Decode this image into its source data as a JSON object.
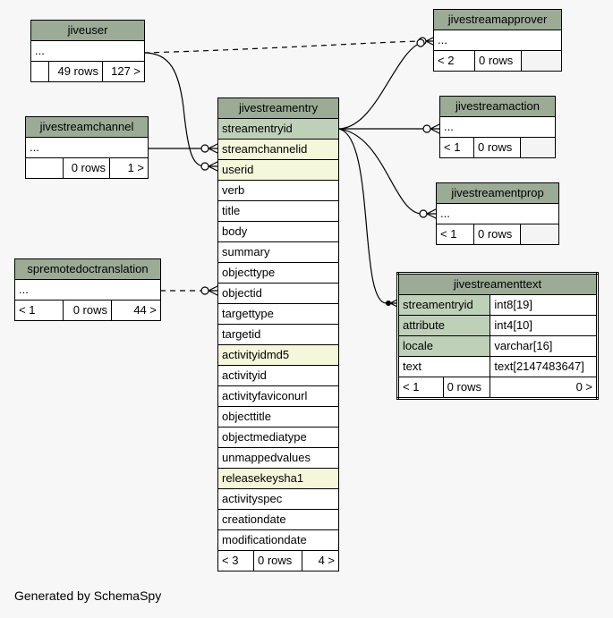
{
  "footer": "Generated by SchemaSpy",
  "colors": {
    "background": "#f7f7f7",
    "header": "#9bab96",
    "primary_key": "#bfd0b9",
    "foreign_key": "#f4f7da"
  },
  "tables": {
    "jiveuser": {
      "name": "jiveuser",
      "ellipsis": "...",
      "count_left": "",
      "rows": "49 rows",
      "children": "127 >"
    },
    "jivestreamchannel": {
      "name": "jivestreamchannel",
      "ellipsis": "...",
      "count_left": "",
      "rows": "0 rows",
      "children": "1 >"
    },
    "spremotedoctranslation": {
      "name": "spremotedoctranslation",
      "ellipsis": "...",
      "parents": "< 1",
      "rows": "0 rows",
      "children": "44 >"
    },
    "jivestreamapprover": {
      "name": "jivestreamapprover",
      "ellipsis": "...",
      "parents": "< 2",
      "rows": "0 rows",
      "children": ""
    },
    "jivestreamaction": {
      "name": "jivestreamaction",
      "ellipsis": "...",
      "parents": "< 1",
      "rows": "0 rows",
      "children": ""
    },
    "jivestreamentprop": {
      "name": "jivestreamentprop",
      "ellipsis": "...",
      "parents": "< 1",
      "rows": "0 rows",
      "children": ""
    },
    "jivestreamentry": {
      "name": "jivestreamentry",
      "columns": [
        "streamentryid",
        "streamchannelid",
        "userid",
        "verb",
        "title",
        "body",
        "summary",
        "objecttype",
        "objectid",
        "targettype",
        "targetid",
        "activityidmd5",
        "activityid",
        "activityfaviconurl",
        "objecttitle",
        "objectmediatype",
        "unmappedvalues",
        "releasekeysha1",
        "activityspec",
        "creationdate",
        "modificationdate"
      ],
      "parents": "< 3",
      "rows": "0 rows",
      "children": "4 >"
    },
    "jivestreamenttext": {
      "name": "jivestreamenttext",
      "columns": [
        {
          "name": "streamentryid",
          "type": "int8[19]"
        },
        {
          "name": "attribute",
          "type": "int4[10]"
        },
        {
          "name": "locale",
          "type": "varchar[16]"
        },
        {
          "name": "text",
          "type": "text[2147483647]"
        }
      ],
      "parents": "< 1",
      "rows": "0 rows",
      "children": "0 >"
    }
  }
}
